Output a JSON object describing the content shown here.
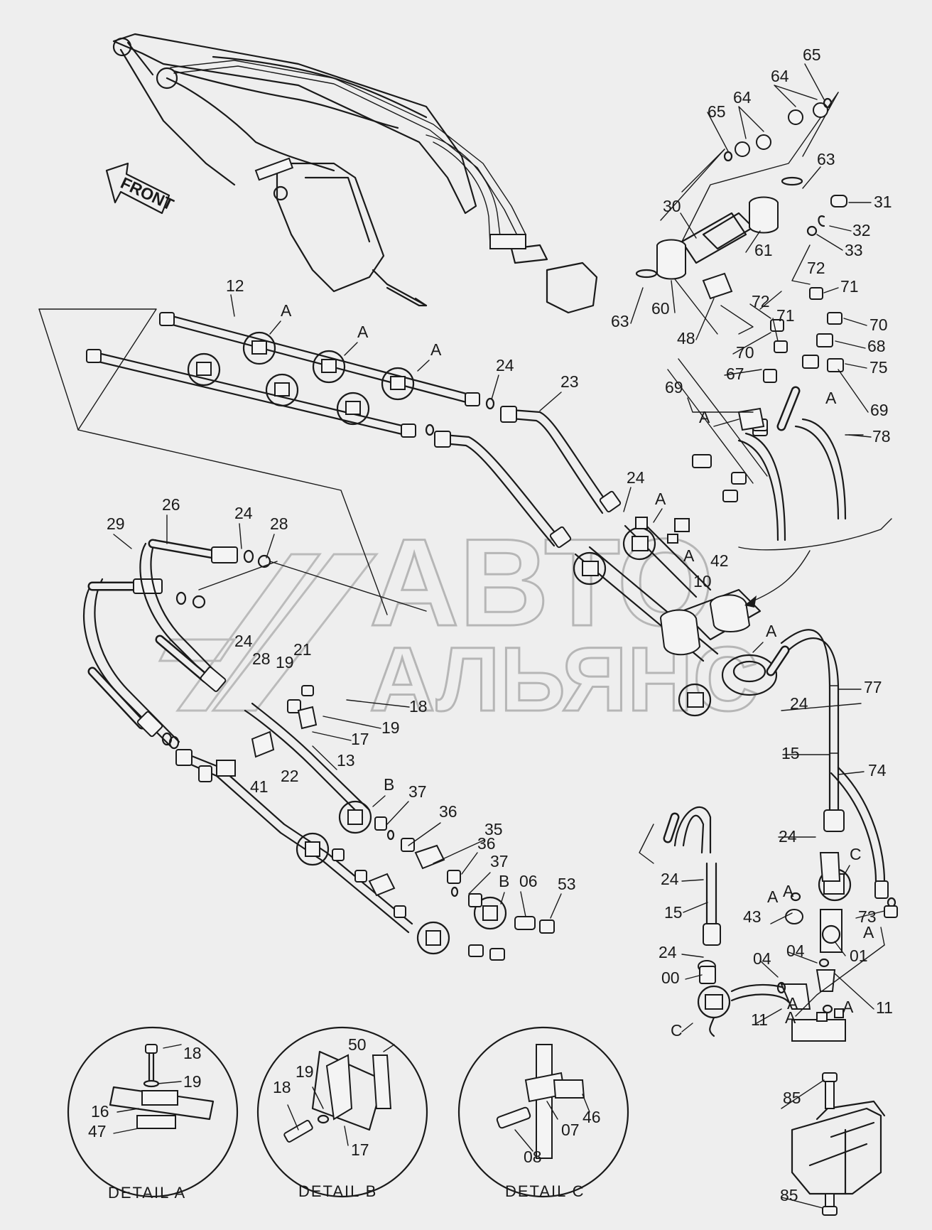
{
  "front_arrow": "FRONT",
  "watermark": {
    "line1": "АВТО",
    "line2": "АЛЬЯНС"
  },
  "details": [
    {
      "caption": "DETAIL A",
      "labels": [
        "18",
        "19",
        "16",
        "47"
      ]
    },
    {
      "caption": "DETAIL B",
      "labels": [
        "50",
        "19",
        "18",
        "17"
      ]
    },
    {
      "caption": "DETAIL C",
      "labels": [
        "46",
        "07",
        "08"
      ]
    }
  ],
  "part_labels": {
    "p12": "12",
    "p23": "23",
    "p24a": "24",
    "p24b": "24",
    "p24c": "24",
    "p24d": "24",
    "p24e": "24",
    "p24f": "24",
    "p24g": "24",
    "p24h": "24",
    "p26": "26",
    "p28a": "28",
    "p28b": "28",
    "p29": "29",
    "p19a": "19",
    "p19b": "19",
    "p21": "21",
    "p18": "18",
    "p17": "17",
    "p13": "13",
    "p41": "41",
    "p22": "22",
    "p37a": "37",
    "p37b": "37",
    "p36a": "36",
    "p36b": "36",
    "p35": "35",
    "p06": "06",
    "p53": "53",
    "p10": "10",
    "p42": "42",
    "p77": "77",
    "p15a": "15",
    "p15b": "15",
    "p74": "74",
    "p43": "43",
    "p73": "73",
    "p01": "01",
    "p04a": "04",
    "p04b": "04",
    "p00": "00",
    "p11a": "11",
    "p11b": "11",
    "p65a": "65",
    "p65b": "65",
    "p64a": "64",
    "p64b": "64",
    "p63a": "63",
    "p63b": "63",
    "p30": "30",
    "p31": "31",
    "p32": "32",
    "p33": "33",
    "p60": "60",
    "p61": "61",
    "p48": "48",
    "p72a": "72",
    "p72b": "72",
    "p71a": "71",
    "p71b": "71",
    "p70a": "70",
    "p70b": "70",
    "p68": "68",
    "p67": "67",
    "p75": "75",
    "p69a": "69",
    "p69b": "69",
    "p78": "78",
    "p85a": "85",
    "p85b": "85"
  },
  "ref_letters": {
    "a1": "A",
    "a2": "A",
    "a3": "A",
    "a4": "A",
    "a5": "A",
    "a6": "A",
    "a7": "A",
    "a8": "A",
    "a9": "A",
    "a10": "A",
    "a11": "A",
    "a12": "A",
    "a13": "A",
    "a14": "A",
    "b1": "B",
    "b2": "B",
    "c1": "C",
    "c2": "C"
  }
}
